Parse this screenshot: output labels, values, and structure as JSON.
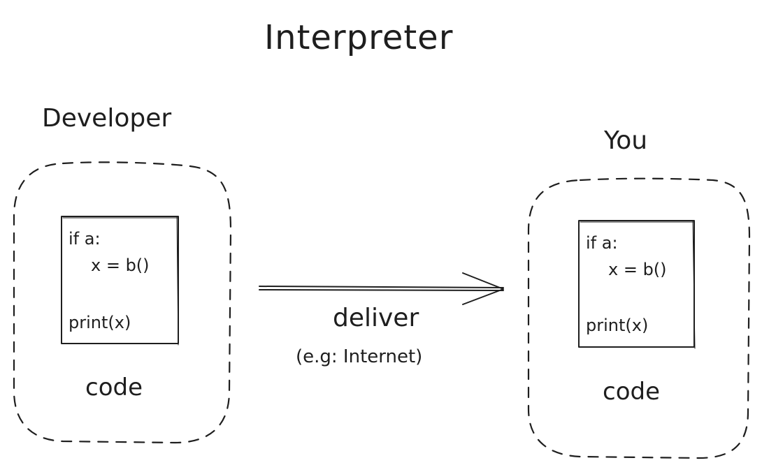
{
  "title": "Interpreter",
  "developer": {
    "label": "Developer",
    "code_lines": [
      "if a:",
      "x = b()",
      "print(x)"
    ],
    "box_label": "code"
  },
  "user": {
    "label": "You",
    "code_lines": [
      "if a:",
      "x = b()",
      "print(x)"
    ],
    "box_label": "code"
  },
  "transfer": {
    "label": "deliver",
    "sublabel": "(e.g: Internet)"
  }
}
